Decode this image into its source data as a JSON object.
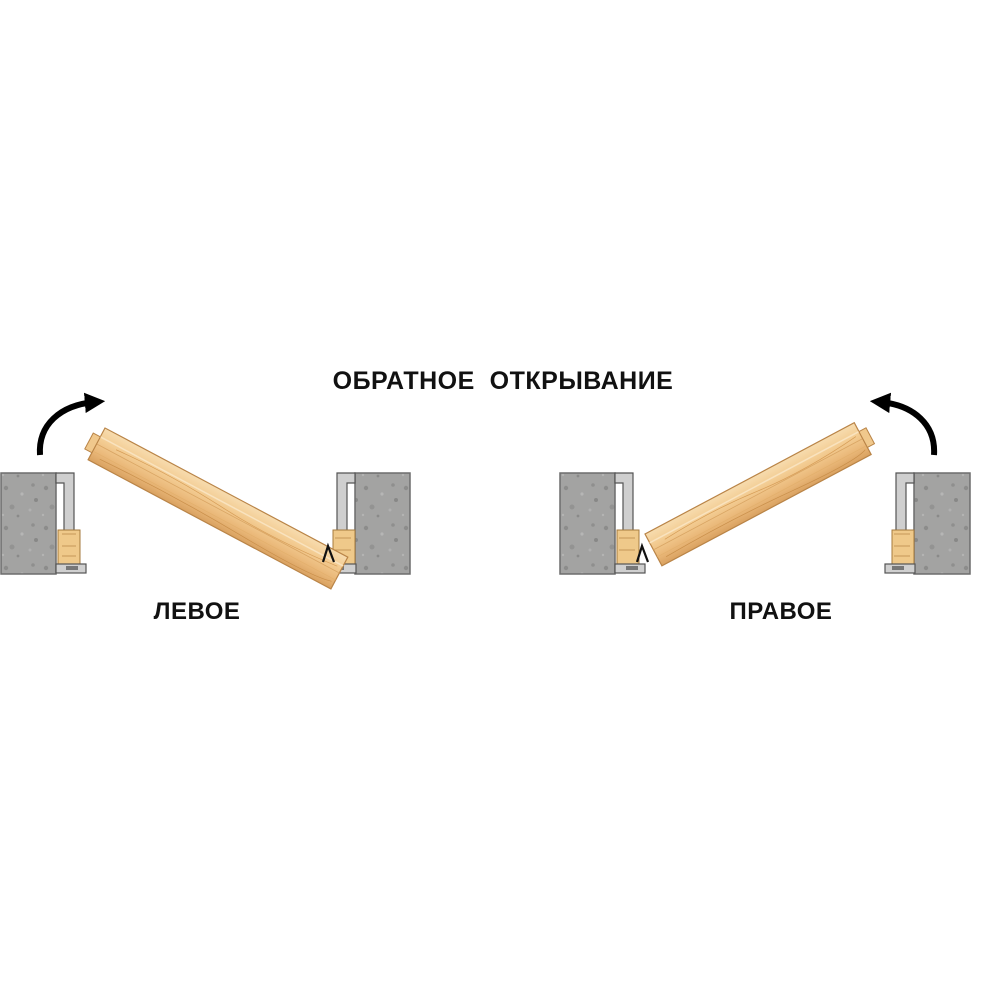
{
  "title": "ОБРАТНОЕ  ОТКРЫВАНИЕ",
  "left_label": "ЛЕВОЕ",
  "right_label": "ПРАВОЕ",
  "colors": {
    "concrete": "#9a9a99",
    "concrete_dark": "#7e7e7e",
    "wood_light": "#f6d6a4",
    "wood_mid": "#e8b977",
    "wood_dark": "#c98f4a",
    "frame": "#c9c9c9",
    "frame_edge": "#5a5a5a",
    "arrow": "#000000"
  }
}
